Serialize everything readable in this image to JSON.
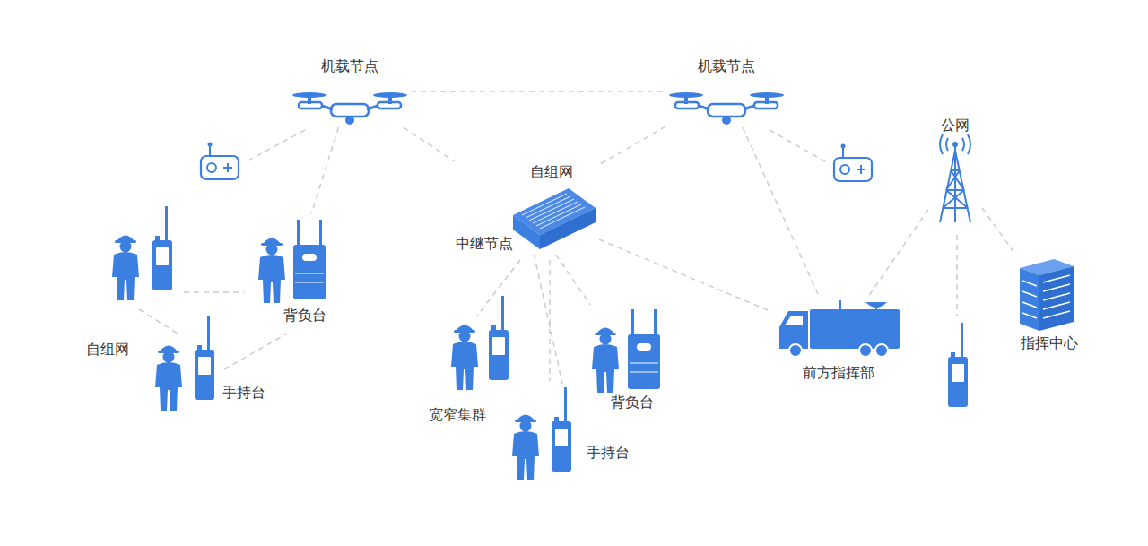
{
  "diagram": {
    "nodes": [
      {
        "text": [
          "机载节点"
        ]
      },
      {
        "text": [
          "机载节点"
        ]
      },
      {
        "text": [
          "公网"
        ]
      },
      {
        "text": [
          "自组网",
          "中继节点"
        ]
      },
      {
        "text": [
          "自组网"
        ]
      },
      {
        "text": [
          "背负台"
        ],
        "in": 4
      },
      {
        "text": [
          "手持台"
        ],
        "in": 4
      },
      {
        "text": [
          "宽窄集群"
        ]
      },
      {
        "text": [
          "背负台"
        ],
        "in": 7
      },
      {
        "text": [
          "手持台"
        ],
        "in": 7
      },
      {
        "text": [
          "前方指挥部"
        ]
      },
      {
        "text": [
          "指挥中心"
        ]
      }
    ],
    "edges": [
      {
        "from": 0,
        "to": 1,
        "arrow": "none"
      },
      {
        "from": 0,
        "to": 3,
        "arrow": "none"
      },
      {
        "from": 1,
        "to": 3,
        "arrow": "none"
      },
      {
        "from": 0,
        "to": 5,
        "arrow": "none"
      },
      {
        "from": 1,
        "to": 10,
        "arrow": "none"
      },
      {
        "from": 3,
        "to": 8,
        "arrow": "none"
      },
      {
        "from": 3,
        "to": 9,
        "arrow": "none"
      },
      {
        "from": 3,
        "to": 10,
        "arrow": "none"
      },
      {
        "from": 2,
        "to": 10,
        "arrow": "none"
      },
      {
        "from": 2,
        "to": 11,
        "arrow": "none"
      }
    ]
  }
}
